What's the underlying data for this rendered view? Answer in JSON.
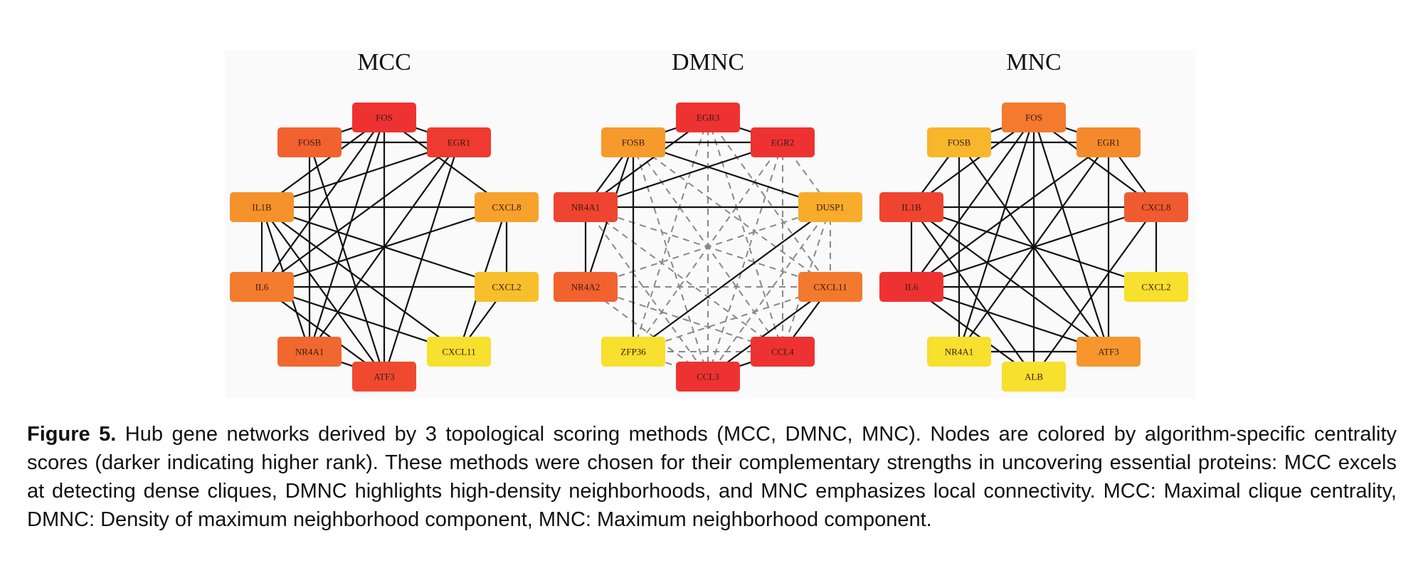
{
  "figure": {
    "number_label": "Figure 5.",
    "caption": " Hub gene networks derived by 3 topological scoring methods (MCC, DMNC, MNC). Nodes are colored by algorithm-specific centrality scores (darker indicating higher rank). These methods were chosen for their complementary strengths in uncovering essential proteins: MCC excels at detecting dense cliques, DMNC highlights high-density neighborhoods, and MNC emphasizes local connectivity. MCC: Maximal clique centrality, DMNC: Density of maximum neighborhood component, MNC: Maximum neighborhood component."
  },
  "chart_data": {
    "type": "network",
    "color_scale": {
      "high_rank": "#ee3030",
      "mid_rank": "#f68a2c",
      "low_rank": "#f7e02e"
    },
    "panels": [
      {
        "title": "MCC",
        "nodes": [
          {
            "id": "FOS",
            "slot": 0,
            "color": "#ee3232"
          },
          {
            "id": "EGR1",
            "slot": 1,
            "color": "#ee3a30"
          },
          {
            "id": "CXCL8",
            "slot": 2,
            "color": "#f7a22c"
          },
          {
            "id": "CXCL2",
            "slot": 3,
            "color": "#f8bf2c"
          },
          {
            "id": "CXCL11",
            "slot": 4,
            "color": "#f7e02e"
          },
          {
            "id": "ATF3",
            "slot": 5,
            "color": "#ef4a30"
          },
          {
            "id": "NR4A1",
            "slot": 6,
            "color": "#f06830"
          },
          {
            "id": "IL6",
            "slot": 7,
            "color": "#f47c2e"
          },
          {
            "id": "IL1B",
            "slot": 8,
            "color": "#f6922c"
          },
          {
            "id": "FOSB",
            "slot": 9,
            "color": "#f1622f"
          }
        ],
        "edges": [
          [
            "FOS",
            "FOSB",
            "solid"
          ],
          [
            "FOS",
            "EGR1",
            "solid"
          ],
          [
            "FOS",
            "IL6",
            "solid"
          ],
          [
            "FOS",
            "NR4A1",
            "solid"
          ],
          [
            "FOS",
            "ATF3",
            "solid"
          ],
          [
            "FOS",
            "CXCL8",
            "solid"
          ],
          [
            "FOS",
            "IL1B",
            "solid"
          ],
          [
            "FOSB",
            "EGR1",
            "solid"
          ],
          [
            "FOSB",
            "NR4A1",
            "solid"
          ],
          [
            "FOSB",
            "ATF3",
            "solid"
          ],
          [
            "EGR1",
            "IL6",
            "solid"
          ],
          [
            "EGR1",
            "NR4A1",
            "solid"
          ],
          [
            "EGR1",
            "ATF3",
            "solid"
          ],
          [
            "EGR1",
            "IL1B",
            "solid"
          ],
          [
            "IL1B",
            "CXCL8",
            "solid"
          ],
          [
            "IL1B",
            "IL6",
            "solid"
          ],
          [
            "IL1B",
            "CXCL2",
            "solid"
          ],
          [
            "IL1B",
            "ATF3",
            "solid"
          ],
          [
            "IL1B",
            "NR4A1",
            "solid"
          ],
          [
            "IL6",
            "CXCL8",
            "solid"
          ],
          [
            "IL6",
            "CXCL2",
            "solid"
          ],
          [
            "IL6",
            "CXCL11",
            "solid"
          ],
          [
            "IL6",
            "ATF3",
            "solid"
          ],
          [
            "CXCL8",
            "CXCL2",
            "solid"
          ],
          [
            "CXCL8",
            "CXCL11",
            "solid"
          ],
          [
            "CXCL2",
            "CXCL11",
            "solid"
          ],
          [
            "NR4A1",
            "ATF3",
            "solid"
          ],
          [
            "IL1B",
            "CXCL11",
            "solid"
          ]
        ]
      },
      {
        "title": "DMNC",
        "nodes": [
          {
            "id": "EGR3",
            "slot": 0,
            "color": "#ee3232"
          },
          {
            "id": "EGR2",
            "slot": 1,
            "color": "#ee3232"
          },
          {
            "id": "DUSP1",
            "slot": 2,
            "color": "#f7ac2c"
          },
          {
            "id": "CXCL11",
            "slot": 3,
            "color": "#f27a2e"
          },
          {
            "id": "CCL4",
            "slot": 4,
            "color": "#ee3232"
          },
          {
            "id": "CCL3",
            "slot": 5,
            "color": "#ee3232"
          },
          {
            "id": "ZFP36",
            "slot": 6,
            "color": "#f7e02e"
          },
          {
            "id": "NR4A2",
            "slot": 7,
            "color": "#f1622f"
          },
          {
            "id": "NR4A1",
            "slot": 8,
            "color": "#ef4430"
          },
          {
            "id": "FOSB",
            "slot": 9,
            "color": "#f69a2c"
          }
        ],
        "edges": [
          [
            "FOSB",
            "EGR3",
            "solid"
          ],
          [
            "FOSB",
            "EGR2",
            "solid"
          ],
          [
            "FOSB",
            "DUSP1",
            "solid"
          ],
          [
            "FOSB",
            "NR4A1",
            "solid"
          ],
          [
            "FOSB",
            "NR4A2",
            "solid"
          ],
          [
            "FOSB",
            "ZFP36",
            "solid"
          ],
          [
            "EGR3",
            "EGR2",
            "solid"
          ],
          [
            "EGR3",
            "NR4A1",
            "solid"
          ],
          [
            "EGR2",
            "NR4A1",
            "solid"
          ],
          [
            "NR4A1",
            "DUSP1",
            "solid"
          ],
          [
            "NR4A1",
            "NR4A2",
            "solid"
          ],
          [
            "DUSP1",
            "ZFP36",
            "solid"
          ],
          [
            "CXCL11",
            "CCL4",
            "solid"
          ],
          [
            "CXCL11",
            "CCL3",
            "solid"
          ],
          [
            "CCL4",
            "CCL3",
            "solid"
          ],
          [
            "EGR3",
            "CCL3",
            "dashed"
          ],
          [
            "EGR3",
            "CCL4",
            "dashed"
          ],
          [
            "EGR3",
            "CXCL11",
            "dashed"
          ],
          [
            "EGR3",
            "ZFP36",
            "dashed"
          ],
          [
            "EGR2",
            "CCL3",
            "dashed"
          ],
          [
            "EGR2",
            "CCL4",
            "dashed"
          ],
          [
            "EGR2",
            "ZFP36",
            "dashed"
          ],
          [
            "EGR2",
            "DUSP1",
            "dashed"
          ],
          [
            "FOSB",
            "CCL3",
            "dashed"
          ],
          [
            "FOSB",
            "CCL4",
            "dashed"
          ],
          [
            "FOSB",
            "CXCL11",
            "dashed"
          ],
          [
            "NR4A1",
            "CCL3",
            "dashed"
          ],
          [
            "NR4A1",
            "CCL4",
            "dashed"
          ],
          [
            "NR4A1",
            "CXCL11",
            "dashed"
          ],
          [
            "NR4A2",
            "CXCL11",
            "dashed"
          ],
          [
            "NR4A2",
            "CCL3",
            "dashed"
          ],
          [
            "NR4A2",
            "CCL4",
            "dashed"
          ],
          [
            "ZFP36",
            "CCL3",
            "dashed"
          ],
          [
            "ZFP36",
            "CCL4",
            "dashed"
          ],
          [
            "ZFP36",
            "CXCL11",
            "dashed"
          ],
          [
            "DUSP1",
            "CCL3",
            "dashed"
          ],
          [
            "DUSP1",
            "CCL4",
            "dashed"
          ],
          [
            "DUSP1",
            "CXCL11",
            "dashed"
          ],
          [
            "DUSP1",
            "NR4A2",
            "dashed"
          ]
        ]
      },
      {
        "title": "MNC",
        "nodes": [
          {
            "id": "FOS",
            "slot": 0,
            "color": "#f37a2e"
          },
          {
            "id": "EGR1",
            "slot": 1,
            "color": "#f58a2c"
          },
          {
            "id": "CXCL8",
            "slot": 2,
            "color": "#f05a30"
          },
          {
            "id": "CXCL2",
            "slot": 3,
            "color": "#f7e02e"
          },
          {
            "id": "ATF3",
            "slot": 4,
            "color": "#f6962c"
          },
          {
            "id": "ALB",
            "slot": 5,
            "color": "#f7e02e"
          },
          {
            "id": "NR4A1",
            "slot": 6,
            "color": "#f7e02e"
          },
          {
            "id": "IL6",
            "slot": 7,
            "color": "#ee3232"
          },
          {
            "id": "IL1B",
            "slot": 8,
            "color": "#ef4430"
          },
          {
            "id": "FOSB",
            "slot": 9,
            "color": "#f8b62c"
          }
        ],
        "edges": [
          [
            "FOS",
            "FOSB",
            "solid"
          ],
          [
            "FOS",
            "EGR1",
            "solid"
          ],
          [
            "FOS",
            "CXCL8",
            "solid"
          ],
          [
            "FOS",
            "IL6",
            "solid"
          ],
          [
            "FOS",
            "NR4A1",
            "solid"
          ],
          [
            "FOS",
            "ATF3",
            "solid"
          ],
          [
            "FOS",
            "IL1B",
            "solid"
          ],
          [
            "FOSB",
            "EGR1",
            "solid"
          ],
          [
            "FOSB",
            "NR4A1",
            "solid"
          ],
          [
            "FOSB",
            "ATF3",
            "solid"
          ],
          [
            "FOSB",
            "IL1B",
            "solid"
          ],
          [
            "EGR1",
            "ATF3",
            "solid"
          ],
          [
            "EGR1",
            "IL6",
            "solid"
          ],
          [
            "EGR1",
            "NR4A1",
            "solid"
          ],
          [
            "EGR1",
            "CXCL8",
            "solid"
          ],
          [
            "IL1B",
            "CXCL8",
            "solid"
          ],
          [
            "IL1B",
            "IL6",
            "solid"
          ],
          [
            "IL1B",
            "CXCL2",
            "solid"
          ],
          [
            "IL1B",
            "ATF3",
            "solid"
          ],
          [
            "IL1B",
            "ALB",
            "solid"
          ],
          [
            "IL6",
            "CXCL8",
            "solid"
          ],
          [
            "IL6",
            "CXCL2",
            "solid"
          ],
          [
            "IL6",
            "ATF3",
            "solid"
          ],
          [
            "IL6",
            "ALB",
            "solid"
          ],
          [
            "CXCL8",
            "CXCL2",
            "solid"
          ],
          [
            "CXCL8",
            "ALB",
            "solid"
          ],
          [
            "NR4A1",
            "ATF3",
            "solid"
          ],
          [
            "FOS",
            "ALB",
            "solid"
          ]
        ]
      }
    ]
  }
}
